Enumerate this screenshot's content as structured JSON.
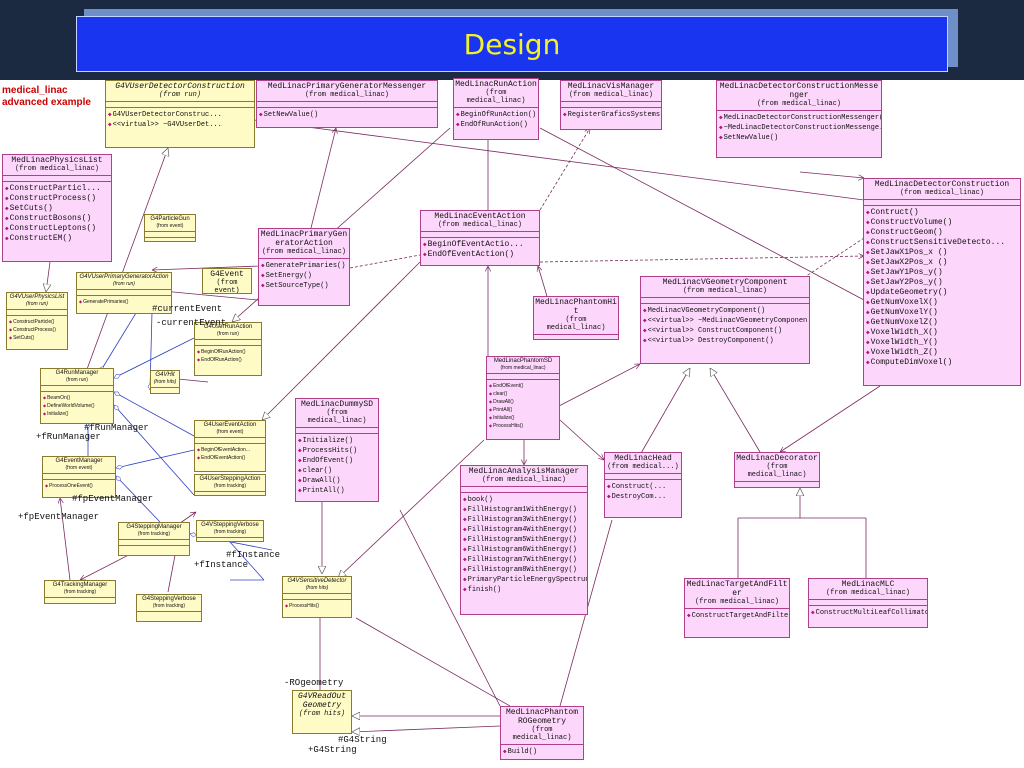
{
  "slide": {
    "title": "Design",
    "corner_label": [
      "medical_linac",
      "advanced  example"
    ]
  },
  "colors": {
    "title_box": "#1a35f0",
    "title_text": "#f2f22a",
    "class_box": "#fdd6fb",
    "geant_class_box": "#fffbc6",
    "background_bar": "#1b2a41"
  },
  "classes": {
    "g4vuserdetectorconstruction": {
      "name": "G4VUserDetectorConstruction",
      "pkg": "(from run)",
      "ops": [
        "G4VUserDetectorConstruc...",
        "<<virtual>> ~G4VUserDet..."
      ]
    },
    "primarygeneratormessenger": {
      "name": "MedLinacPrimaryGeneratorMessenger",
      "pkg": "(from medical_linac)",
      "ops": [
        "SetNewValue()"
      ]
    },
    "runaction": {
      "name": "MedLinacRunAction",
      "pkg": "(from medical_linac)",
      "ops": [
        "BeginOfRunAction()",
        "EndOfRunAction()"
      ]
    },
    "vismanager": {
      "name": "MedLinacVisManager",
      "pkg": "(from medical_linac)",
      "ops": [
        "RegisterGraficsSystems()"
      ]
    },
    "detectorconstructionmessenger": {
      "name": "MedLinacDetectorConstructionMessenger",
      "pkg": "(from medical_linac)",
      "ops": [
        "MedLinacDetectorConstructionMessenger()",
        "~MedLinacDetectorConstructionMessenge...",
        "SetNewValue()"
      ]
    },
    "physicslist": {
      "name": "MedLinacPhysicsList",
      "pkg": "(from medical_linac)",
      "ops": [
        "ConstructParticl...",
        "ConstructProcess()",
        "SetCuts()",
        "ConstructBosons()",
        "ConstructLeptons()",
        "ConstructEM()"
      ]
    },
    "detectorconstruction": {
      "name": "MedLinacDetectorConstruction",
      "pkg": "(from medical_linac)",
      "ops": [
        "Contruct()",
        "ConstructVolume()",
        "ConstructGeom()",
        "ConstructSensitiveDetecto...",
        "SetJawX1Pos_x ()",
        "SetJawX2Pos_x ()",
        "SetJawY1Pos_y()",
        "SetJawY2Pos_y()",
        "UpdateGeometry()",
        "GetNumVoxelX()",
        "GetNumVoxelY()",
        "GetNumVoxelZ()",
        "VoxelWidth_X()",
        "VoxelWidth_Y()",
        "VoxelWidth_Z()",
        "ComputeDimVoxel()"
      ]
    },
    "g4particlegun": {
      "name": "G4ParticleGun",
      "pkg": "(from event)",
      "ops": []
    },
    "primarygeneratoraction": {
      "name": "MedLinacPrimaryGeneratorAction",
      "pkg": "(from medical_linac)",
      "ops": [
        "GeneratePrimaries()",
        "SetEnergy()",
        "SetSourceType()"
      ]
    },
    "eventaction": {
      "name": "MedLinacEventAction",
      "pkg": "(from medical_linac)",
      "ops": [
        "BeginOfEventActio...",
        "EndOfEventAction()"
      ]
    },
    "g4vuserprimarygeneratoraction": {
      "name": "G4VUserPrimaryGeneratorAction",
      "pkg": "(from run)",
      "ops": [
        "GeneratePrimaries()"
      ]
    },
    "g4event": {
      "name": "G4Event",
      "pkg": "(from event)",
      "ops": []
    },
    "g4vuserphysicslist": {
      "name": "G4VUserPhysicsList",
      "pkg": "(from run)",
      "ops": [
        "ConstructParticle()",
        "ConstructProcess()",
        "SetCuts()"
      ]
    },
    "g4userrunaction": {
      "name": "G4UserRunAction",
      "pkg": "(from run)",
      "ops": [
        "BeginOfRunAction()",
        "EndOfRunAction()"
      ]
    },
    "phantomhit": {
      "name": "MedLinacPhantomHit",
      "pkg": "(from medical_linac)",
      "ops": []
    },
    "vgeometrycomponent": {
      "name": "MedLinacVGeometryComponent",
      "pkg": "(from medical_linac)",
      "ops": [
        "MedLinacVGeometryComponent()",
        "<<virtual>> ~MedLinacVGeometryComponen...",
        "<<virtual>> ConstructComponent()",
        "<<virtual>> DestroyComponent()"
      ]
    },
    "g4runmanager": {
      "name": "G4RunManager",
      "pkg": "(from run)",
      "ops": [
        "BeamOn()",
        "DefineWorldVolume()",
        "Initialize()"
      ]
    },
    "g4vhit": {
      "name": "G4VHit",
      "pkg": "(from hits)",
      "ops": []
    },
    "phantomsd": {
      "name": "MedLinacPhantomSD",
      "pkg": "(from medical_linac)",
      "ops": [
        "EndOfEvent()",
        "clear()",
        "DrawAll()",
        "PrintAll()",
        "Initialize()",
        "ProcessHits()"
      ]
    },
    "dummysd": {
      "name": "MedLinacDummySD",
      "pkg": "(from medical_linac)",
      "ops": [
        "Initialize()",
        "ProcessHits()",
        "EndOfEvent()",
        "clear()",
        "DrawAll()",
        "PrintAll()"
      ]
    },
    "g4usereventaction": {
      "name": "G4UserEventAction",
      "pkg": "(from event)",
      "ops": [
        "BeginOfEventAction...",
        "EndOfEventAction()"
      ]
    },
    "g4eventmanager": {
      "name": "G4EventManager",
      "pkg": "(from event)",
      "ops": [
        "ProcessOneEvent()"
      ]
    },
    "analysismanager": {
      "name": "MedLinacAnalysisManager",
      "pkg": "(from medical_linac)",
      "ops": [
        "book()",
        "FillHistogram1WithEnergy()",
        "FillHistogram3WithEnergy()",
        "FillHistogram4WithEnergy()",
        "FillHistogram5WithEnergy()",
        "FillHistogram6WithEnergy()",
        "FillHistogram7WithEnergy()",
        "FillHistogram8WithEnergy()",
        "PrimaryParticleEnergySpectrun...",
        "finish()"
      ]
    },
    "head": {
      "name": "MedLinacHead",
      "pkg": "(from medical...)",
      "ops": [
        "Construct(...",
        "DestroyCom..."
      ]
    },
    "decorator": {
      "name": "MedLinacDecorator",
      "pkg": "(from medical_linac)",
      "ops": []
    },
    "g4usersteppingaction": {
      "name": "G4UserSteppingAction",
      "pkg": "(from tracking)",
      "ops": []
    },
    "g4steppingmanager": {
      "name": "G4SteppingManager",
      "pkg": "(from tracking)",
      "ops": []
    },
    "g4vsteppingverbose": {
      "name": "G4VSteppingVerbose",
      "pkg": "(from tracking)",
      "ops": []
    },
    "g4trackingmanager": {
      "name": "G4TrackingManager",
      "pkg": "(from tracking)",
      "ops": []
    },
    "g4steppingverbose": {
      "name": "G4SteppingVerbose",
      "pkg": "(from tracking)",
      "ops": []
    },
    "g4vsensitivedetector": {
      "name": "G4VSensitiveDetector",
      "pkg": "(from hits)",
      "ops": [
        "ProcessHits()"
      ]
    },
    "targetandfilter": {
      "name": "MedLinacTargetAndFilter",
      "pkg": "(from medical_linac)",
      "ops": [
        "ConstructTargetAndFilte..."
      ]
    },
    "mlc": {
      "name": "MedLinacMLC",
      "pkg": "(from medical_linac)",
      "ops": [
        "ConstructMultiLeafCollimator()"
      ]
    },
    "g4vreadoutgeometry": {
      "name": "G4VReadOut Geometry",
      "pkg": "(from hits)",
      "ops": []
    },
    "phantomrogeometry": {
      "name": "MedLinacPhantom ROGeometry",
      "pkg": "(from medical_linac)",
      "ops": [
        "Build()"
      ]
    }
  },
  "roles": {
    "current_event_a": "#currentEvent",
    "current_event_b": "-currentEvent",
    "f_run_manager_a": "#fRunManager",
    "f_run_manager_b": "+fRunManager",
    "f_event_manager_a": "#fpEventManager",
    "f_event_manager_b": "+fpEventManager",
    "f_instance_a": "#fInstance",
    "f_instance_b": "+fInstance",
    "ro_geometry": "-ROgeometry",
    "g4string_a": "#G4String",
    "g4string_b": "+G4String"
  }
}
